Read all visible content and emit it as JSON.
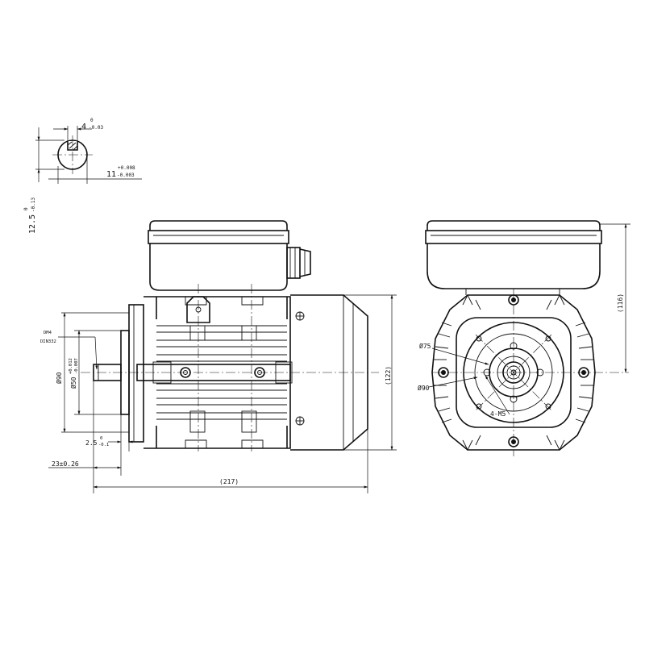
{
  "drawing": {
    "key_section": {
      "key_width": {
        "nominal": "4",
        "upper": "0",
        "lower": "-0.03"
      },
      "key_depth": {
        "nominal": "11",
        "upper": "+0.008",
        "lower": "-0.003"
      },
      "shaft_height": {
        "nominal": "12.5",
        "upper": "0",
        "lower": "-0.13"
      }
    },
    "side_view": {
      "flange_diameter": "Ø90",
      "spigot_diameter": {
        "nominal": "Ø50",
        "upper": "+0.012",
        "lower": "-0.007"
      },
      "center_hole_line1": "DM4",
      "center_hole_line2": "DIN332",
      "spigot_depth": {
        "nominal": "2.5",
        "upper": "0",
        "lower": "-0.1"
      },
      "shaft_length": "23±0.26",
      "overall_length": "(217)",
      "overall_height": "(122)"
    },
    "end_view": {
      "terminal_box_height": "(116)",
      "spigot_pcd": "Ø75",
      "flange_pcd": "Ø90",
      "threaded_holes": "4-M5"
    }
  }
}
